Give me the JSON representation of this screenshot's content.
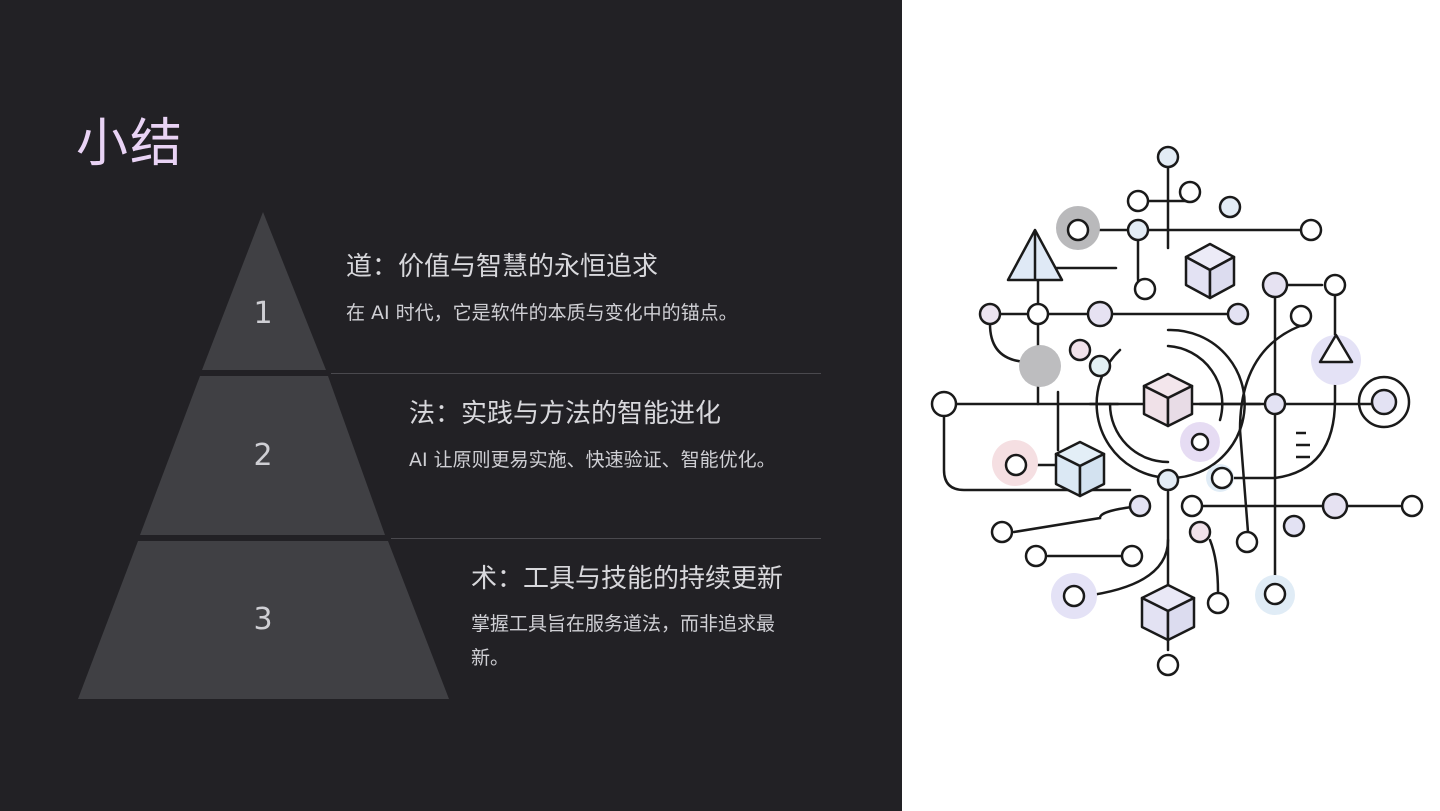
{
  "slide": {
    "title": "小结",
    "tiers": [
      {
        "number": "1",
        "heading": "道：价值与智慧的永恒追求",
        "description": "在 AI 时代，它是软件的本质与变化中的锚点。"
      },
      {
        "number": "2",
        "heading": "法：实践与方法的智能进化",
        "description": "AI 让原则更易实施、快速验证、智能优化。"
      },
      {
        "number": "3",
        "heading": "术：工具与技能的持续更新",
        "description": "掌握工具旨在服务道法，而非追求最新。"
      }
    ]
  },
  "colors": {
    "background": "#222125",
    "title": "#e9d3f5",
    "pyramid_fill": "#404044",
    "text": "#d8d8dc",
    "illustration_bg": "#ffffff"
  },
  "illustration": {
    "icon": "circuit-network-icon"
  }
}
